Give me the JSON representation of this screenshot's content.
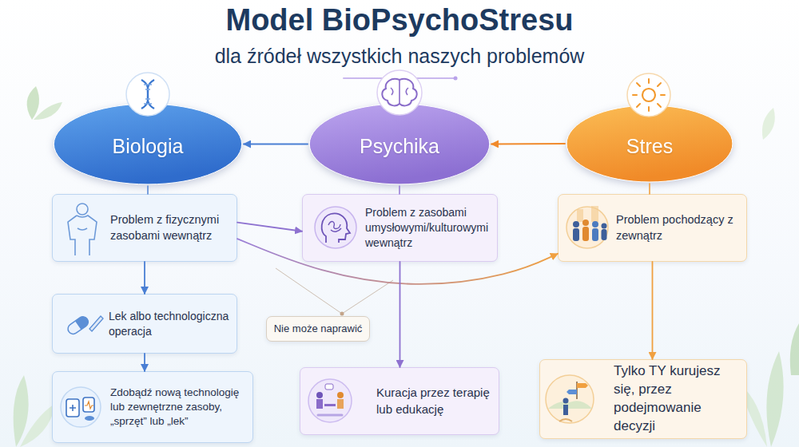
{
  "diagram": {
    "title": "Model BioPsychoStresu",
    "nodes": [
      {
        "text": [
          "Biologia"
        ]
      },
      {
        "text": [
          "Psychika"
        ]
      },
      {
        "text": [
          "Stres"
        ]
      },
      {
        "text": [
          "Problem z fizycznymi zasobami wewnątrz"
        ]
      },
      {
        "text": [
          "Problem z zasobami umysłowymi/kulturowymi wewnątrz"
        ]
      },
      {
        "text": [
          "Problem pochodzący z zewnątrz"
        ]
      },
      {
        "text": [
          "Lek albo technologiczna operacja"
        ]
      },
      {
        "text": [
          "Nie może naprawić"
        ]
      },
      {
        "text": [
          "Zdobądź nową technologię lub zewnętrzne zasoby, „sprzęt” lub „lek”"
        ]
      },
      {
        "text": [
          "Kuracja przez terapię lub edukację"
        ]
      },
      {
        "text": [
          "Tylko TY kurujesz się, przez podejmowanie decyzji"
        ]
      }
    ],
    "edges": [
      {
        "from": 1,
        "to": 0,
        "arrow": "to"
      },
      {
        "from": 2,
        "to": 1,
        "arrow": "to"
      },
      {
        "from": 0,
        "to": 3,
        "arrow": "none"
      },
      {
        "from": 1,
        "to": 4,
        "arrow": "none"
      },
      {
        "from": 2,
        "to": 5,
        "arrow": "none"
      },
      {
        "from": 3,
        "to": 4,
        "arrow": "to"
      },
      {
        "from": 3,
        "to": 5,
        "arrow": "to"
      },
      {
        "from": 3,
        "to": 6,
        "arrow": "to"
      },
      {
        "from": 6,
        "to": 8,
        "arrow": "to"
      },
      {
        "from": 4,
        "to": 9,
        "arrow": "to"
      },
      {
        "from": 5,
        "to": 10,
        "arrow": "to"
      }
    ],
    "labels": [
      "dla źródeł wszystkich naszych problemów"
    ]
  }
}
